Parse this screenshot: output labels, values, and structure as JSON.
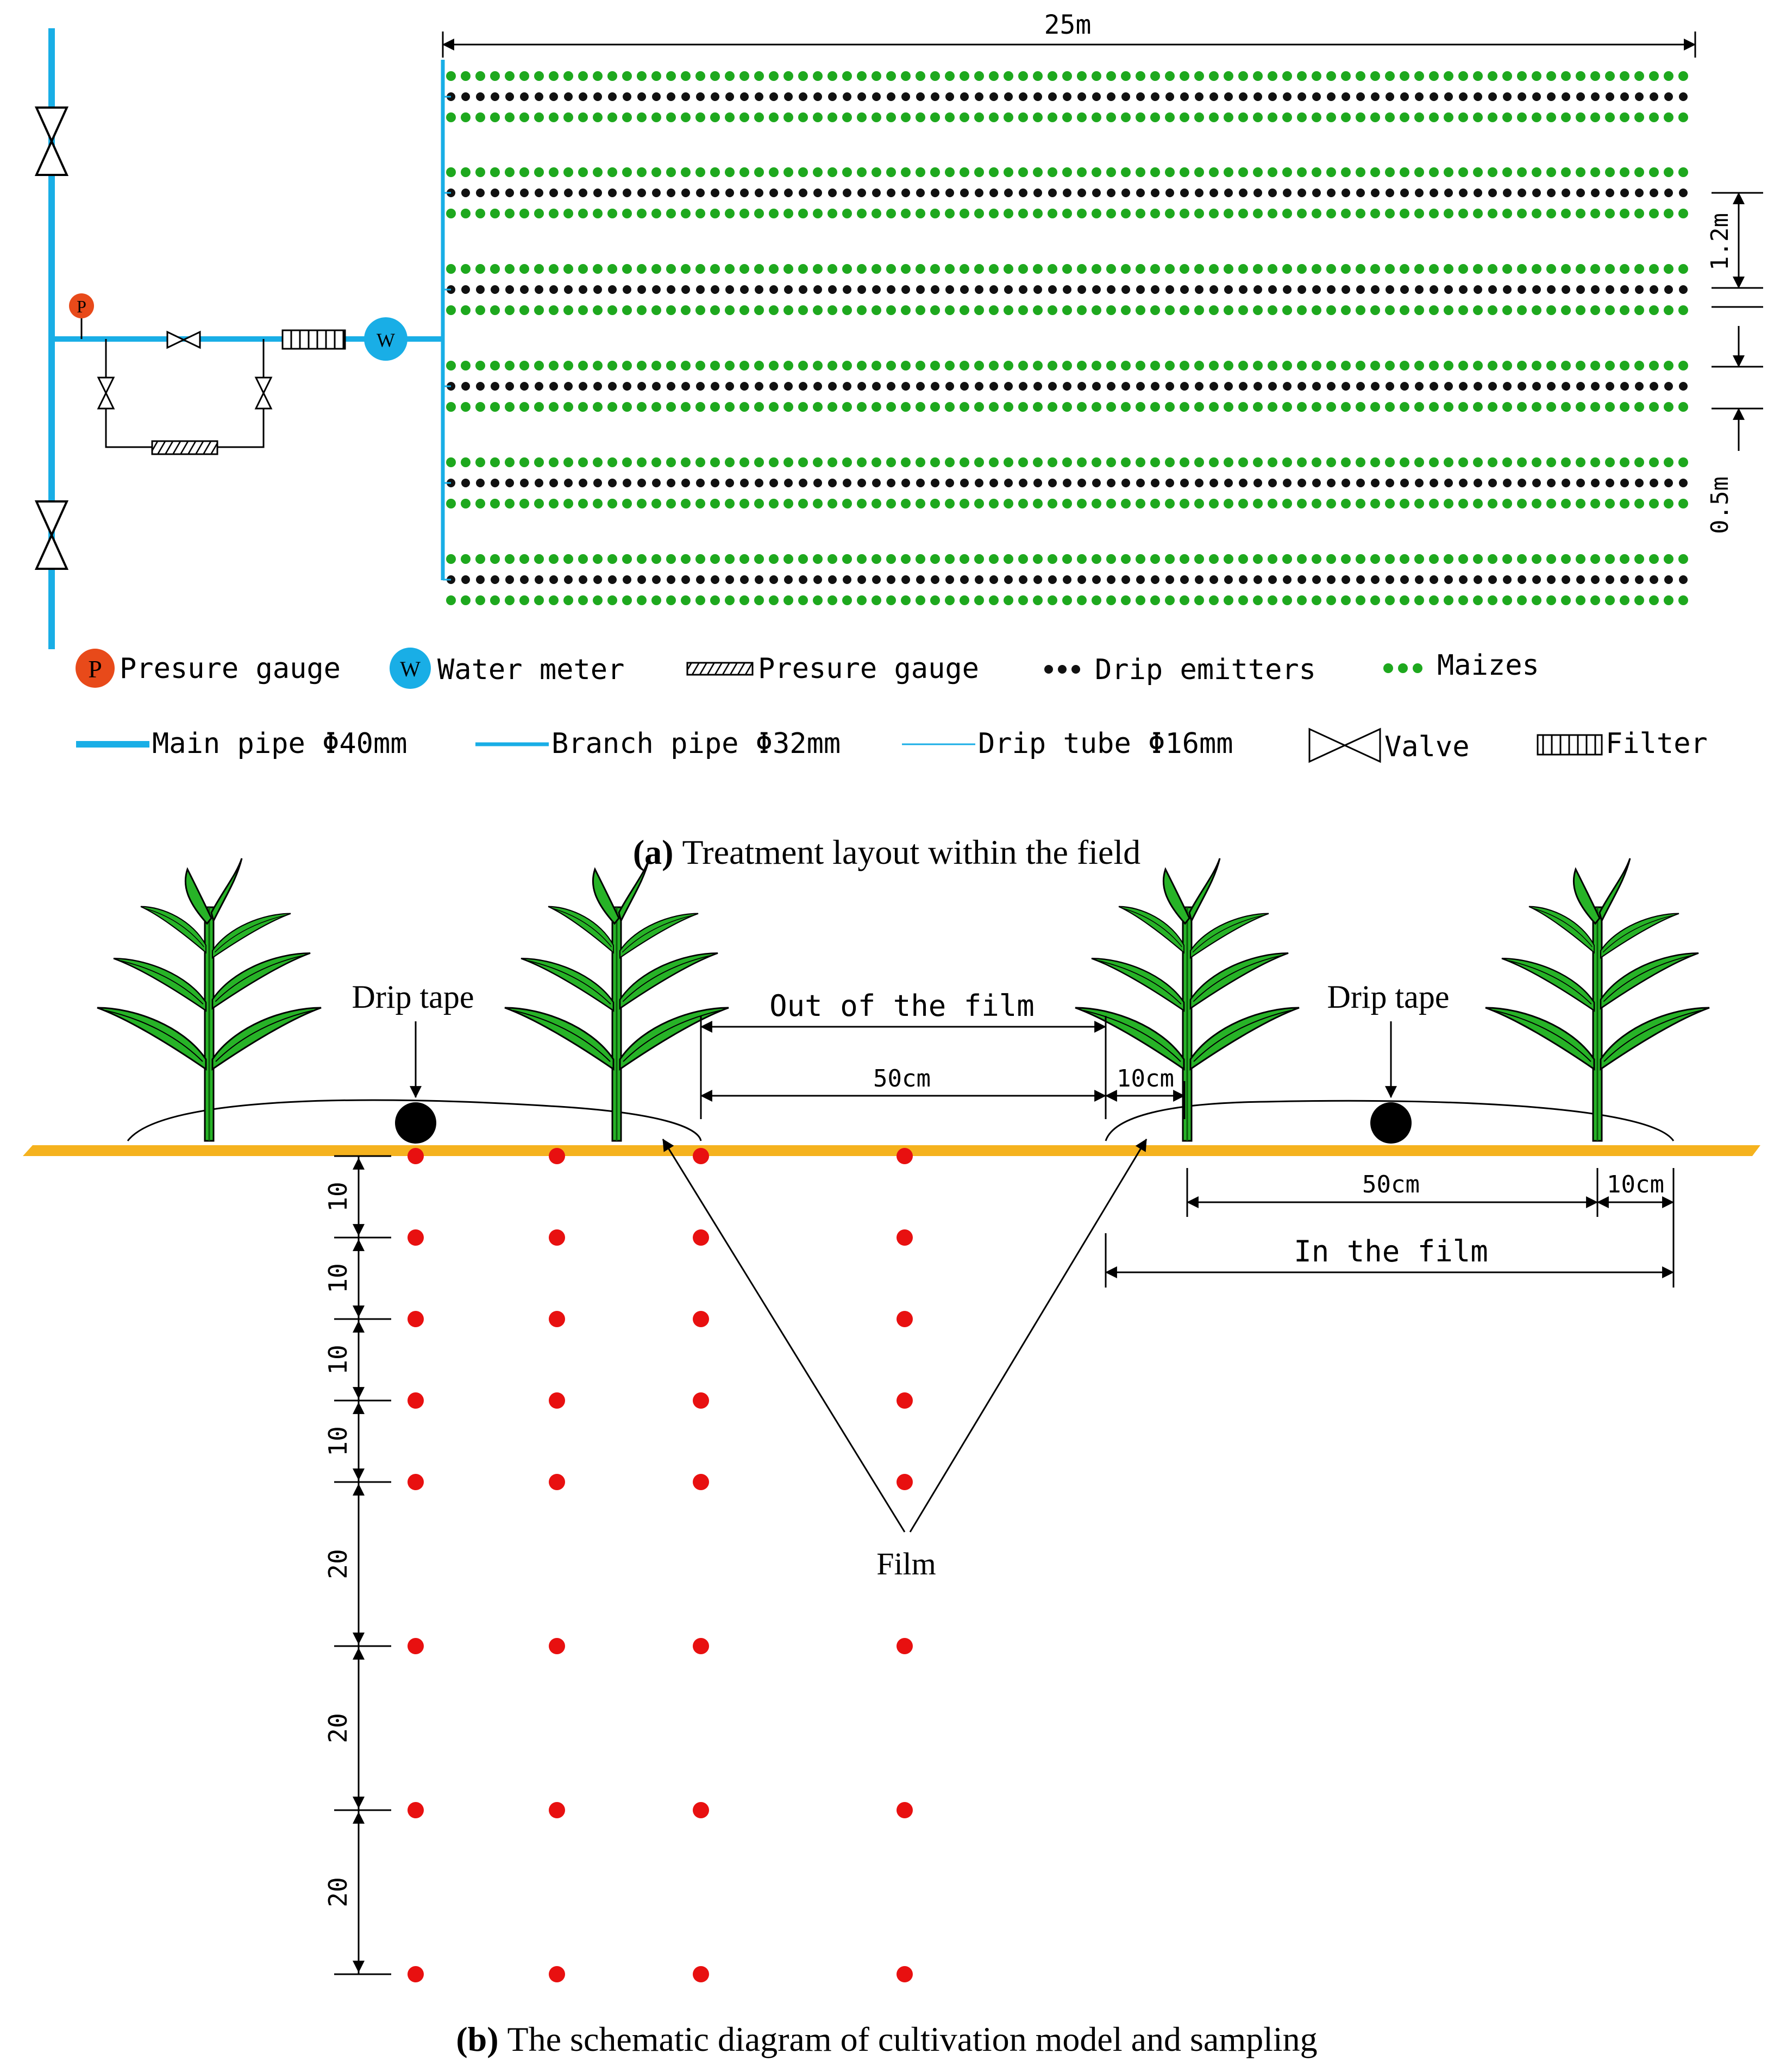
{
  "panel_a": {
    "field_length": "25m",
    "row_spacing": "1.2m",
    "plant_spacing": "0.5m",
    "caption_label": "(a)",
    "caption_text": "Treatment layout within the field",
    "gauge_letter": "P",
    "meter_letter": "W",
    "colors": {
      "pipe": "#19aee6",
      "gauge": "#e84a1a",
      "maize": "#1ea81e",
      "emitter": "#111111"
    },
    "legend": {
      "pressure_gauge": "Presure gauge",
      "water_meter": "Water meter",
      "pressure_gauge_2": "Presure gauge",
      "drip_emitters": "Drip emitters",
      "maizes": "Maizes",
      "main_pipe": "Main pipe  Φ40mm",
      "branch_pipe": "Branch pipe  Φ32mm",
      "drip_tube": "Drip tube  Φ16mm",
      "valve": "Valve",
      "filter": "Filter"
    }
  },
  "panel_b": {
    "drip_tape_left": "Drip tape",
    "drip_tape_right": "Drip tape",
    "out_of_film": "Out  of  the  film",
    "in_film": "In  the  film",
    "dim_50cm_top": "50cm",
    "dim_10cm_top": "10cm",
    "dim_50cm_bottom": "50cm",
    "dim_10cm_bottom": "10cm",
    "film_label": "Film",
    "depth_labels": [
      "10",
      "10",
      "10",
      "10",
      "20",
      "20",
      "20"
    ],
    "caption_label": "(b)",
    "caption_text": "The schematic diagram of cultivation model and sampling",
    "colors": {
      "ground": "#f5b21e",
      "sample_point": "#e81010",
      "plant": "#27b327"
    }
  }
}
